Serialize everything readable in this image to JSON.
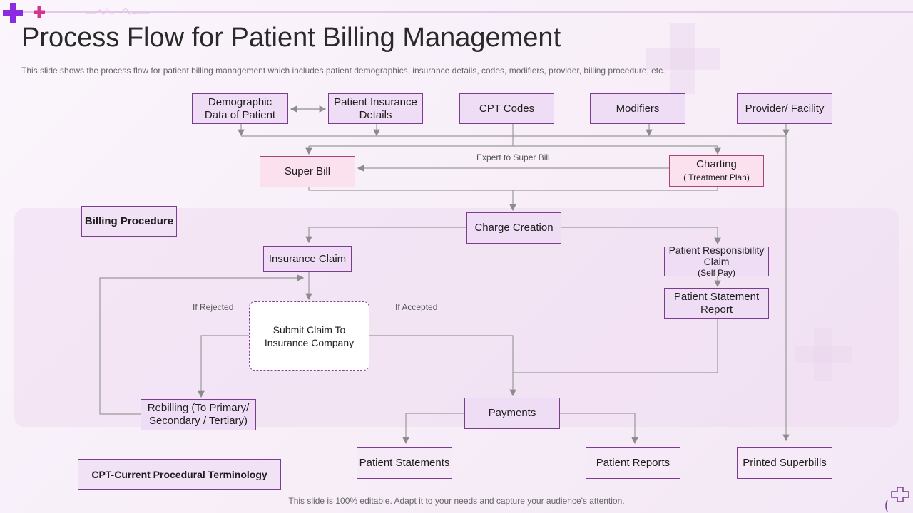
{
  "title": "Process Flow for Patient Billing Management",
  "subtitle": "This slide shows the process flow for patient billing management which includes patient demographics, insurance details, codes, modifiers, provider, billing procedure, etc.",
  "nodes": {
    "demographic": "Demographic Data of Patient",
    "insurance_details": "Patient Insurance Details",
    "cpt_codes": "CPT Codes",
    "modifiers": "Modifiers",
    "provider": "Provider/ Facility",
    "super_bill": "Super Bill",
    "charting": "Charting",
    "charting_sub": "( Treatment Plan)",
    "billing_procedure": "Billing Procedure",
    "charge_creation": "Charge Creation",
    "insurance_claim": "Insurance Claim",
    "patient_resp_claim": "Patient Responsibility Claim",
    "patient_resp_claim_sub": "(Self Pay)",
    "patient_statement_report": "Patient Statement Report",
    "submit_claim": "Submit Claim To Insurance Company",
    "rebilling": "Rebilling (To Primary/ Secondary / Tertiary)",
    "payments": "Payments",
    "patient_statements": "Patient Statements",
    "patient_reports": "Patient Reports",
    "printed_superbills": "Printed Superbills",
    "cpt_terminology": "CPT-Current Procedural Terminology"
  },
  "edge_labels": {
    "expert_to_super_bill": "Expert to Super Bill",
    "if_rejected": "If Rejected",
    "if_accepted": "If Accepted"
  },
  "footer": "This slide is 100% editable. Adapt it to your needs and capture your audience's attention.",
  "colors": {
    "accent_purple": "#8a2be2",
    "accent_pink": "#d6338f",
    "box_fill": "#efdcf5",
    "box_border": "#7a3d8f"
  }
}
